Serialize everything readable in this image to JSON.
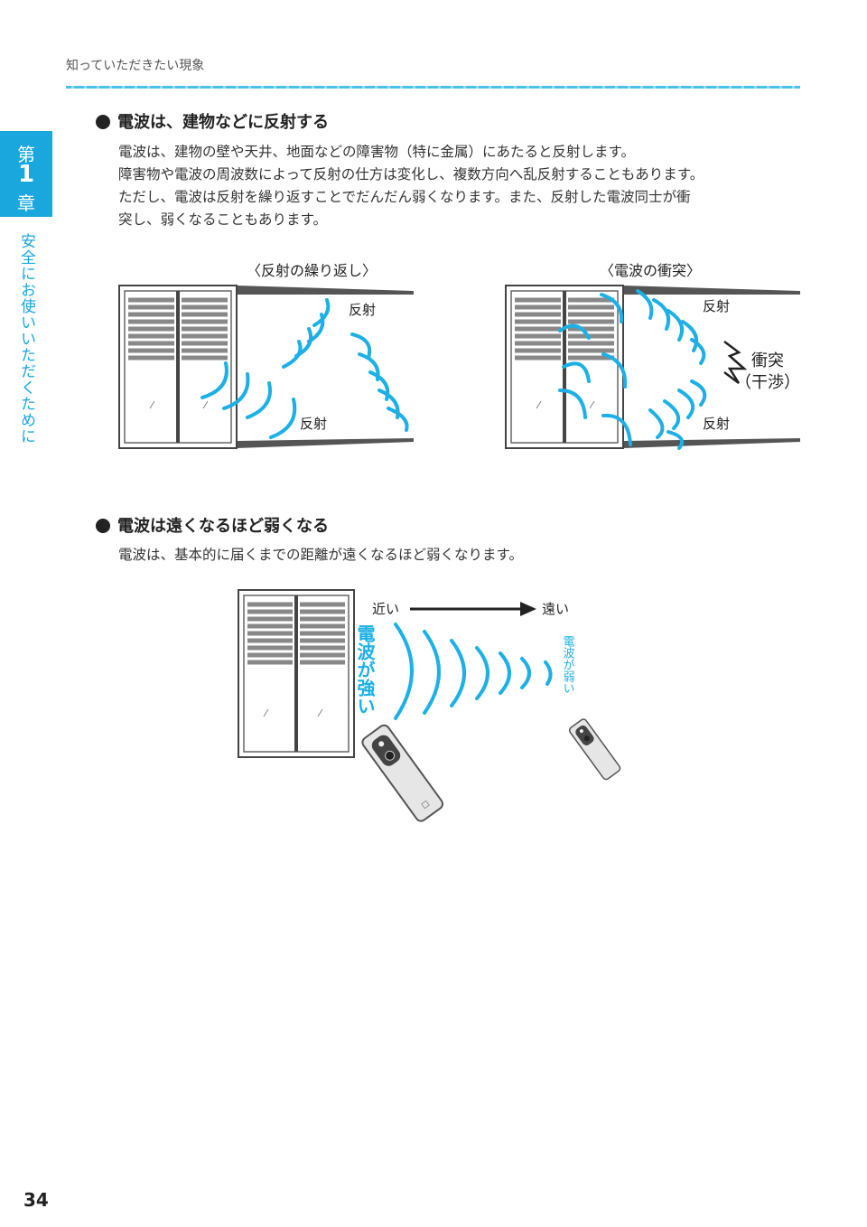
{
  "header": {
    "title": "知っていただきたい現象"
  },
  "chapter_tab": {
    "line1": "第",
    "line2": "1",
    "line3": "章"
  },
  "side_label": "安全にお使いいただくために",
  "section1": {
    "heading": "電波は、建物などに反射する",
    "lines": [
      "電波は、建物の壁や天井、地面などの障害物（特に金属）にあたると反射します。",
      "障害物や電波の周波数によって反射の仕方は変化し、複数方向へ乱反射することもあります。",
      "ただし、電波は反射を繰り返すことでだんだん弱くなります。また、反射した電波同士が衝",
      "突し、弱くなることもあります。"
    ]
  },
  "figure1": {
    "caption": "〈反射の繰り返し〉",
    "label_top": "反射",
    "label_bottom": "反射"
  },
  "figure2": {
    "caption": "〈電波の衝突〉",
    "label_top": "反射",
    "label_bottom": "反射",
    "collision_line1": "衝突",
    "collision_line2": "（干渉）"
  },
  "section2": {
    "heading": "電波は遠くなるほど弱くなる",
    "lines": [
      "電波は、基本的に届くまでの距離が遠くなるほど弱くなります。"
    ]
  },
  "figure3": {
    "near_label": "近い",
    "far_label": "遠い",
    "strong_label": "電波が強い",
    "weak_label": "電波が弱い"
  },
  "footer": {
    "page_number": "34"
  },
  "colors": {
    "accent": "#1aa7de",
    "wave": "#1cb0e6",
    "text": "#333333"
  }
}
